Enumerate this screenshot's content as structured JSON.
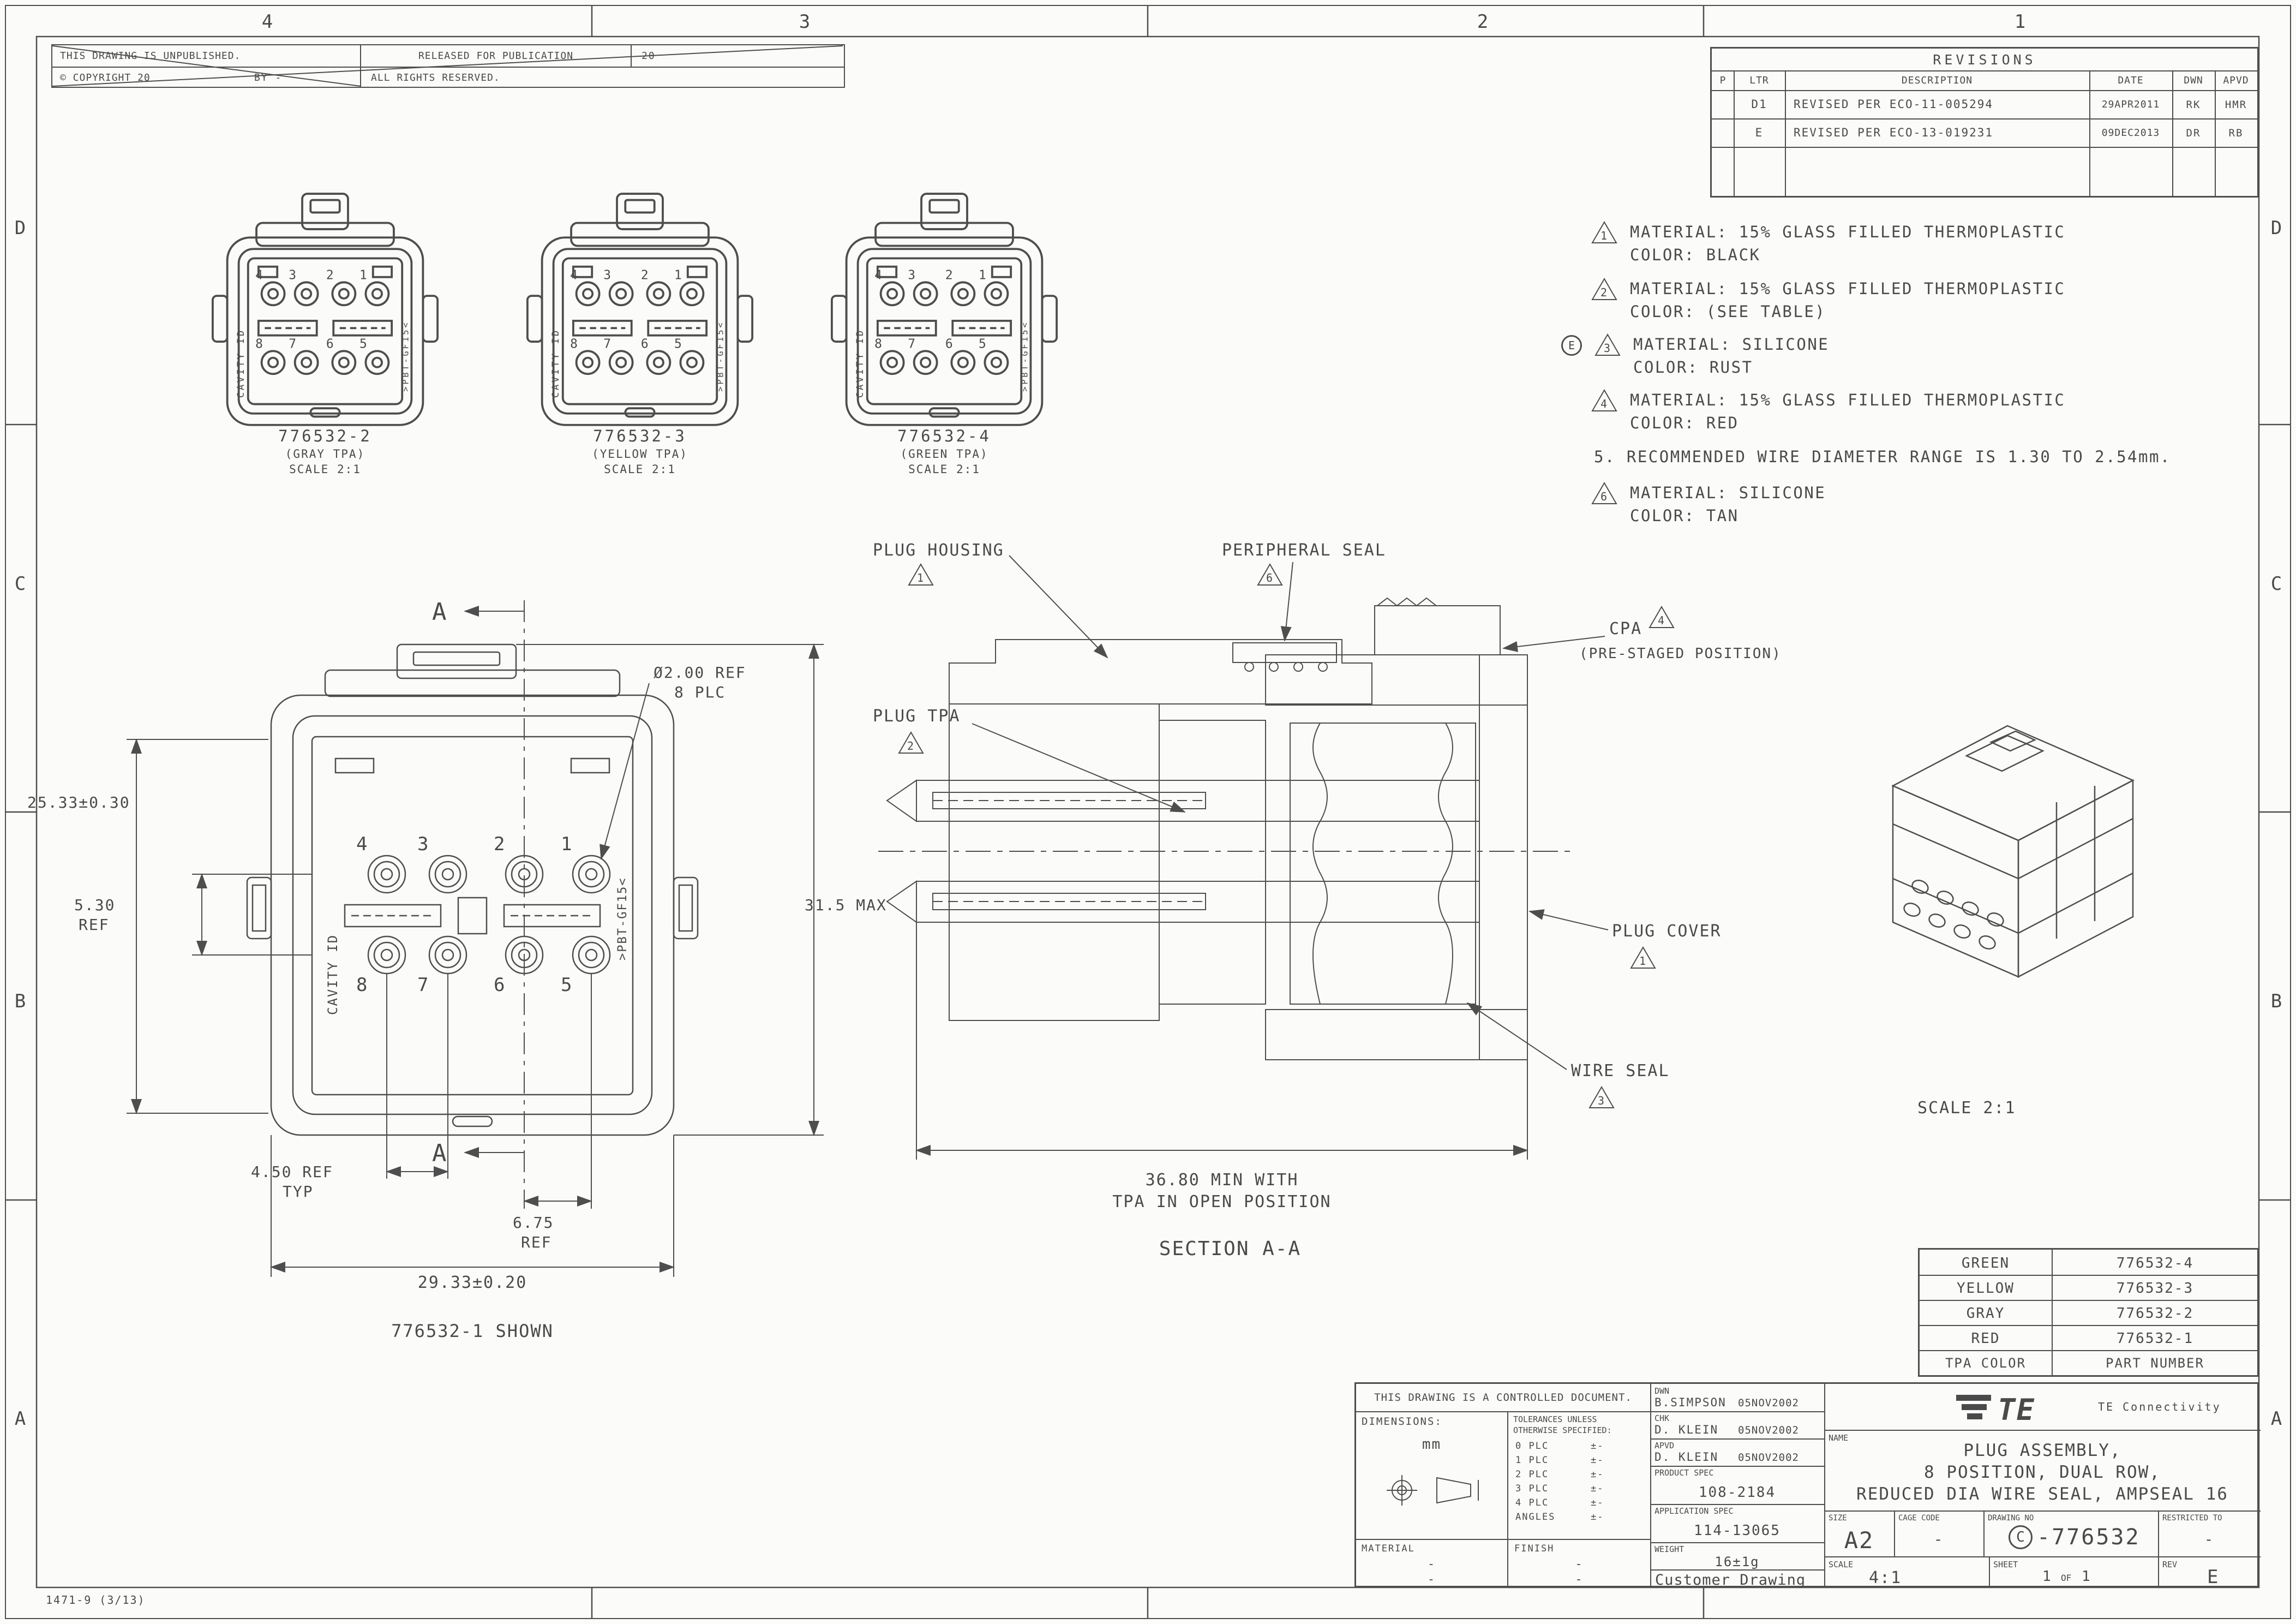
{
  "page": {
    "zones_top": [
      "4",
      "3",
      "2",
      "1"
    ],
    "zones_side": [
      "D",
      "C",
      "B",
      "A"
    ],
    "footer_code": "1471-9 (3/13)"
  },
  "header_block": {
    "unpublished": "THIS DRAWING IS UNPUBLISHED.",
    "released": "RELEASED FOR PUBLICATION",
    "released_val": "20",
    "copyright": "© COPYRIGHT 20",
    "by": "BY -",
    "rights": "ALL RIGHTS RESERVED."
  },
  "revisions": {
    "title": "REVISIONS",
    "col_p": "P",
    "col_ltr": "LTR",
    "col_desc": "DESCRIPTION",
    "col_date": "DATE",
    "col_dwn": "DWN",
    "col_apvd": "APVD",
    "rows": [
      {
        "ltr": "D1",
        "desc": "REVISED PER ECO-11-005294",
        "date": "29APR2011",
        "dwn": "RK",
        "apvd": "HMR"
      },
      {
        "ltr": "E",
        "desc": "REVISED PER ECO-13-019231",
        "date": "09DEC2013",
        "dwn": "DR",
        "apvd": "RB"
      }
    ]
  },
  "notes": {
    "n1": {
      "flag": "1",
      "line1": "MATERIAL: 15% GLASS FILLED THERMOPLASTIC",
      "line2": "COLOR: BLACK"
    },
    "n2": {
      "flag": "2",
      "line1": "MATERIAL: 15% GLASS FILLED THERMOPLASTIC",
      "line2": "COLOR: (SEE TABLE)"
    },
    "n3": {
      "e": "E",
      "flag": "3",
      "line1": "MATERIAL: SILICONE",
      "line2": "COLOR: RUST"
    },
    "n4": {
      "flag": "4",
      "line1": "MATERIAL: 15% GLASS FILLED THERMOPLASTIC",
      "line2": "COLOR: RED"
    },
    "n5": {
      "num": "5.",
      "line1": "RECOMMENDED WIRE DIAMETER RANGE IS 1.30 TO 2.54mm."
    },
    "n6": {
      "flag": "6",
      "line1": "MATERIAL: SILICONE",
      "line2": "COLOR: TAN"
    }
  },
  "variants": [
    {
      "part": "776532-2",
      "tpa": "(GRAY TPA)",
      "scale": "SCALE 2:1"
    },
    {
      "part": "776532-3",
      "tpa": "(YELLOW TPA)",
      "scale": "SCALE 2:1"
    },
    {
      "part": "776532-4",
      "tpa": "(GREEN TPA)",
      "scale": "SCALE 2:1"
    }
  ],
  "pins": {
    "top": [
      "4",
      "3",
      "2",
      "1"
    ],
    "bottom": [
      "8",
      "7",
      "6",
      "5"
    ]
  },
  "front_view": {
    "caption": "776532-1 SHOWN",
    "dim_height": "25.33±0.30",
    "dim_row": "5.30",
    "dim_row_ref": "REF",
    "dim_max": "31.5 MAX",
    "hole_dia": "Ø2.00 REF",
    "hole_plc": "8 PLC",
    "dim_pitch": "4.50 REF",
    "dim_pitch_typ": "TYP",
    "dim_center": "6.75",
    "dim_center_ref": "REF",
    "dim_width": "29.33±0.20",
    "section_letter": "A",
    "cavity_id": "CAVITY ID",
    "material_mark": ">PBT-GF15<"
  },
  "section_view": {
    "caption": "SECTION A-A",
    "plug_housing": "PLUG HOUSING",
    "peripheral_seal": "PERIPHERAL SEAL",
    "plug_tpa": "PLUG TPA",
    "cpa": "CPA",
    "cpa_note": "(PRE-STAGED POSITION)",
    "plug_cover": "PLUG COVER",
    "wire_seal": "WIRE SEAL",
    "flag_housing": "1",
    "flag_seal": "6",
    "flag_tpa": "2",
    "flag_cpa": "4",
    "flag_cover": "1",
    "flag_wire": "3",
    "dim1": "36.80 MIN WITH",
    "dim2": "TPA IN OPEN POSITION"
  },
  "iso_view": {
    "scale": "SCALE 2:1"
  },
  "tpa_table": {
    "rows": [
      {
        "color": "GREEN",
        "part": "776532-4"
      },
      {
        "color": "YELLOW",
        "part": "776532-3"
      },
      {
        "color": "GRAY",
        "part": "776532-2"
      },
      {
        "color": "RED",
        "part": "776532-1"
      }
    ],
    "col_color": "TPA COLOR",
    "col_part": "PART NUMBER"
  },
  "tb": {
    "controlled": "THIS DRAWING IS A CONTROLLED DOCUMENT.",
    "dwn_label": "DWN",
    "dwn_name": "B.SIMPSON",
    "dwn_date": "05NOV2002",
    "chk_label": "CHK",
    "chk_name": "D. KLEIN",
    "chk_date": "05NOV2002",
    "apvd_label": "APVD",
    "apvd_name": "D. KLEIN",
    "apvd_date": "05NOV2002",
    "product_spec_label": "PRODUCT SPEC",
    "product_spec": "108-2184",
    "application_spec_label": "APPLICATION SPEC",
    "application_spec": "114-13065",
    "weight_label": "WEIGHT",
    "weight": "16±1g",
    "dimensions_label": "DIMENSIONS:",
    "dimensions_unit": "mm",
    "tol_title1": "TOLERANCES UNLESS",
    "tol_title2": "OTHERWISE SPECIFIED:",
    "tol_0": "0 PLC",
    "tol_0v": "±-",
    "tol_1": "1 PLC",
    "tol_1v": "±-",
    "tol_2": "2 PLC",
    "tol_2v": "±-",
    "tol_3": "3 PLC",
    "tol_3v": "±-",
    "tol_4": "4 PLC",
    "tol_4v": "±-",
    "tol_ang": "ANGLES",
    "tol_angv": "±-",
    "material_label": "MATERIAL",
    "material_val": "-",
    "material_val2": "-",
    "finish_label": "FINISH",
    "finish_val": "-",
    "finish_val2": "-",
    "customer": "Customer Drawing",
    "brand": "TE",
    "brand_name": "TE Connectivity",
    "name_label": "NAME",
    "name1": "PLUG ASSEMBLY,",
    "name2": "8 POSITION, DUAL ROW,",
    "name3": "REDUCED DIA WIRE SEAL, AMPSEAL 16",
    "size_label": "SIZE",
    "size": "A2",
    "cage_label": "CAGE CODE",
    "cage": "-",
    "dwg_label": "DRAWING NO",
    "dwg_prefix": "C",
    "dwg_no": "-776532",
    "restricted_label": "RESTRICTED TO",
    "restricted": "-",
    "scale_label": "SCALE",
    "scale": "4:1",
    "sheet_label": "SHEET",
    "sheet": "1",
    "sheet_of": "OF",
    "sheet_total": "1",
    "rev_label": "REV",
    "rev": "E"
  }
}
